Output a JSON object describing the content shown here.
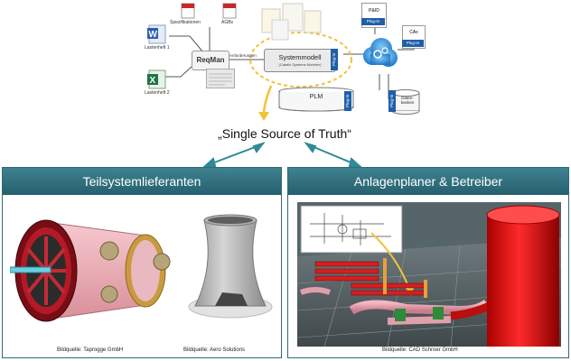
{
  "top": {
    "specs_label": "Spezifikationen",
    "agbs_label": "AGBs",
    "lastenheft1_label": "Lastenheft 1",
    "lastenheft2_label": "Lastenheft 2",
    "reqman_label": "ReqMan",
    "anforderungen_label": "Anforderungen",
    "systemmodell_label": "Systemmodell",
    "systemmodell_sub": "(Catalis Systems Modeler)",
    "plugin_label": "Plug-In",
    "pid_label": "P&ID",
    "cax_label": "CAx",
    "network_label": "Networking",
    "plm_label": "PLM",
    "datenbanken_label": "Daten-banken",
    "truth_label": "„Single Source of Truth“"
  },
  "left_panel": {
    "title": "Teilsystemlieferanten",
    "caption1": "Bildquelle: Taprogge GmbH",
    "caption2": "Bildquelle: Aero Solutions"
  },
  "right_panel": {
    "title": "Anlagenplaner & Betreiber",
    "caption": "Bildquelle: CAD Schroer GmbH"
  },
  "colors": {
    "teal_header": "#2f6f7c",
    "plugin_blue": "#1f5fa8",
    "highlight_yellow": "#f2c23a"
  }
}
